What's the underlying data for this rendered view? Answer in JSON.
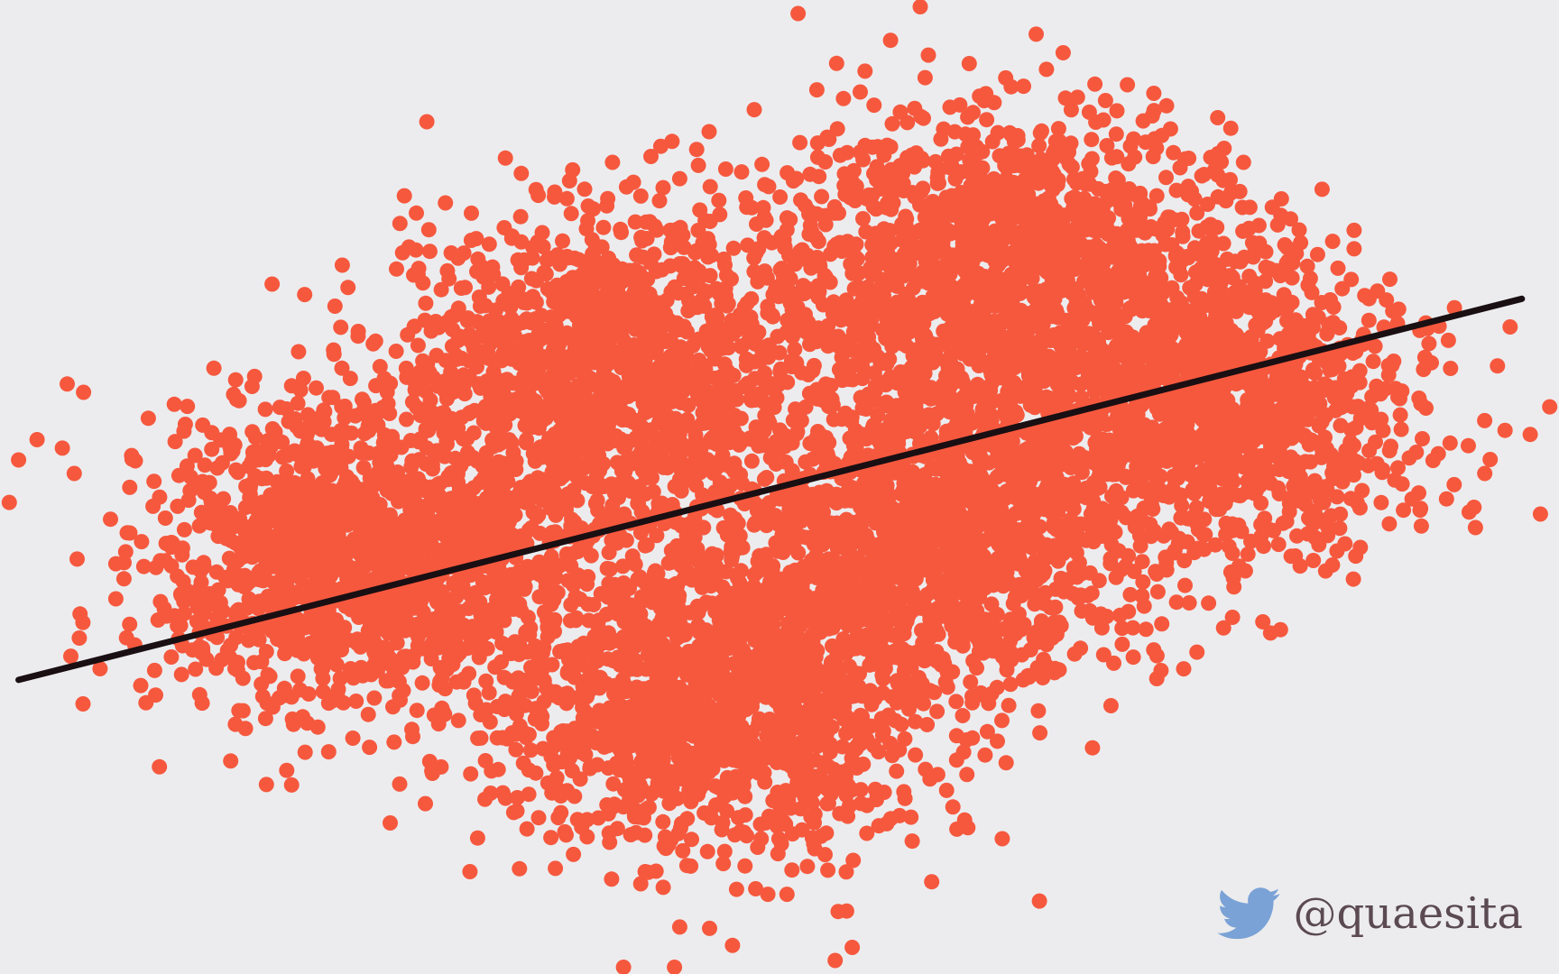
{
  "chart_data": {
    "type": "scatter",
    "title": "",
    "xlabel": "",
    "ylabel": "",
    "xlim": [
      -4.2,
      4.2
    ],
    "ylim": [
      -3.6,
      3.6
    ],
    "grid": false,
    "axes_visible": false,
    "point_color": "#f6583e",
    "line_color": "#1a0f12",
    "clusters": [
      {
        "center": [
          -2.3,
          -0.5
        ],
        "spread": [
          0.55,
          0.55
        ],
        "count": 1500
      },
      {
        "center": [
          -0.9,
          0.8
        ],
        "spread": [
          0.6,
          0.6
        ],
        "count": 1500
      },
      {
        "center": [
          -0.4,
          -1.6
        ],
        "spread": [
          0.6,
          0.6
        ],
        "count": 1500
      },
      {
        "center": [
          0.9,
          -0.3
        ],
        "spread": [
          0.55,
          0.6
        ],
        "count": 1400
      },
      {
        "center": [
          1.2,
          1.6
        ],
        "spread": [
          0.6,
          0.6
        ],
        "count": 1600
      },
      {
        "center": [
          2.4,
          0.6
        ],
        "spread": [
          0.5,
          0.55
        ],
        "count": 1200
      }
    ],
    "outliers": [
      {
        "x": -4.1,
        "y": 0.2
      },
      {
        "x": -4.0,
        "y": 0.35
      },
      {
        "x": -3.8,
        "y": 0.1
      },
      {
        "x": -3.75,
        "y": 0.7
      },
      {
        "x": -1.8,
        "y": 2.1
      },
      {
        "x": -1.9,
        "y": 2.7
      },
      {
        "x": -0.9,
        "y": 2.4
      },
      {
        "x": 4.1,
        "y": -0.2
      },
      {
        "x": 3.8,
        "y": 0.1
      },
      {
        "x": 3.75,
        "y": -0.3
      },
      {
        "x": 2.5,
        "y": 2.4
      },
      {
        "x": 1.2,
        "y": -2.6
      },
      {
        "x": 0.3,
        "y": -3.5
      },
      {
        "x": 0.1,
        "y": 3.5
      },
      {
        "x": 2.8,
        "y": 1.9
      },
      {
        "x": 3.3,
        "y": 0.9
      }
    ],
    "regression_line": {
      "slope": 0.3478,
      "intercept": 0.0
    }
  },
  "credit": {
    "icon": "twitter-bird-icon",
    "handle": "@quaesita",
    "icon_color": "#7aa2d6"
  }
}
